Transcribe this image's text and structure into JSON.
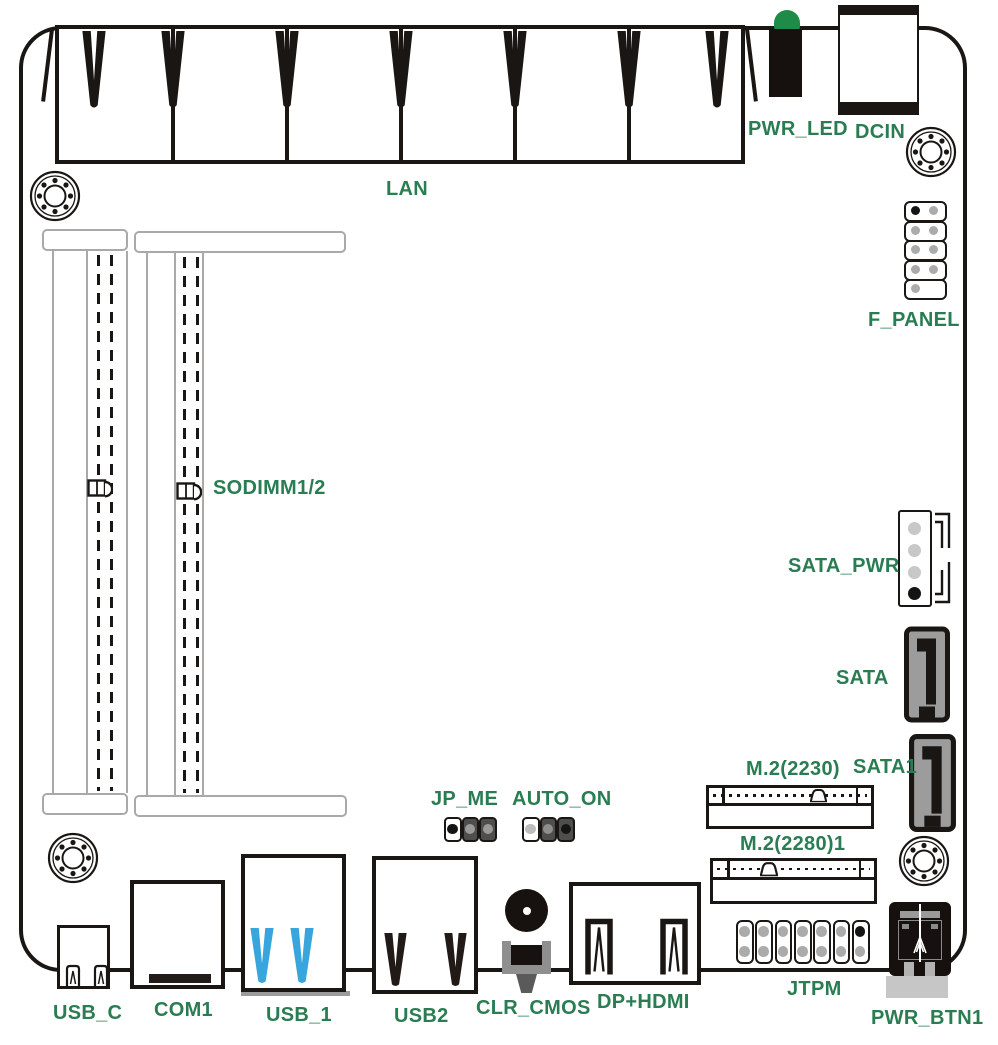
{
  "diagram": {
    "type": "motherboard-connector-diagram",
    "labels": {
      "lan": "LAN",
      "pwr_led": "PWR_LED",
      "dcin": "DCIN",
      "f_panel": "F_PANEL",
      "sodimm": "SODIMM1/2",
      "sata_pwr": "SATA_PWR",
      "sata": "SATA",
      "sata1": "SATA1",
      "m2_2230": "M.2(2230)",
      "m2_2280": "M.2(2280)1",
      "jp_me": "JP_ME",
      "auto_on": "AUTO_ON",
      "jtpm": "JTPM",
      "pwr_btn1": "PWR_BTN1",
      "usb_c": "USB_C",
      "com1": "COM1",
      "usb_1": "USB_1",
      "usb2": "USB2",
      "clr_cmos": "CLR_CMOS",
      "dp_hdmi": "DP+HDMI"
    },
    "colors": {
      "label_text": "#2a7d52",
      "outline": "#1a1614",
      "led_green": "#1e8c48",
      "usb3_blue": "#38a5dc",
      "connector_gray": "#9c9c9c",
      "pin_gray": "#ababab",
      "jumper_cap_gray": "#4e4e4e",
      "button_base_gray": "#c6c6c6"
    },
    "icons": [
      "mounting-hole-icon",
      "lan-port-pin-icon",
      "usb3-pin-icon",
      "usb2-pin-icon",
      "usbc-pin-icon",
      "display-port-pin-icon",
      "sata-connector-icon",
      "m2-key-notch-icon",
      "sodimm-latch-icon",
      "power-led-icon",
      "clear-cmos-button-icon",
      "power-button-icon"
    ]
  }
}
